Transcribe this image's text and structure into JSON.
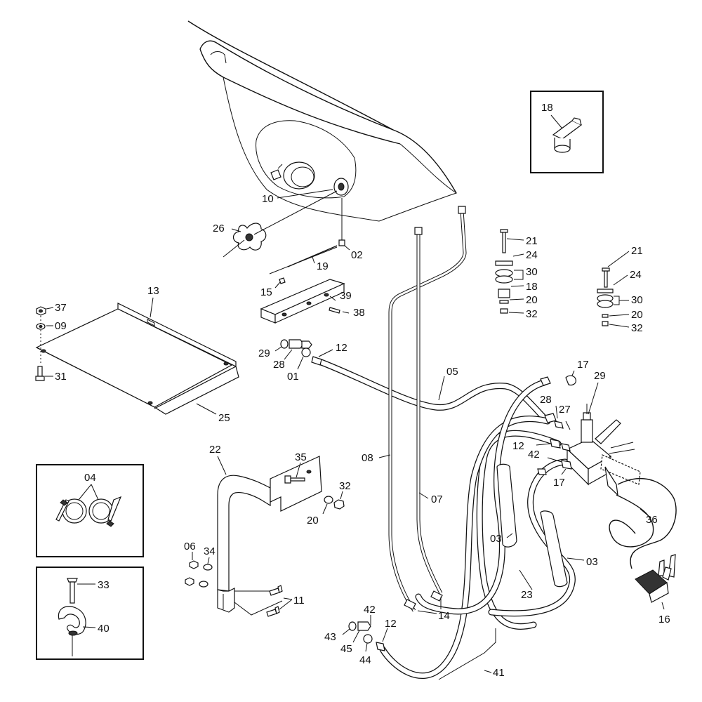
{
  "labels": {
    "l18box": "18",
    "l10": "10",
    "l26": "26",
    "l02": "02",
    "l19": "19",
    "l15": "15",
    "l39": "39",
    "l38": "38",
    "l13": "13",
    "l37": "37",
    "l09": "09",
    "l31": "31",
    "l25": "25",
    "l29a": "29",
    "l28a": "28",
    "l01": "01",
    "l12a": "12",
    "l05": "05",
    "l08": "08",
    "l07": "07",
    "l21a": "21",
    "l24a": "24",
    "l30a": "30",
    "l18b": "18",
    "l20a": "20",
    "l32a": "32",
    "l21b": "21",
    "l24b": "24",
    "l30b": "30",
    "l20b": "20",
    "l32b": "32",
    "l17a": "17",
    "l29b": "29",
    "l28b": "28",
    "l27": "27",
    "l12b": "12",
    "l42a": "42",
    "l17b": "17",
    "l36": "36",
    "l03a": "03",
    "l03b": "03",
    "l23": "23",
    "l16": "16",
    "l14": "14",
    "l41": "41",
    "l42b": "42",
    "l12c": "12",
    "l43": "43",
    "l45": "45",
    "l44": "44",
    "l22": "22",
    "l35": "35",
    "l32c": "32",
    "l20c": "20",
    "l06": "06",
    "l34": "34",
    "l11": "11",
    "l04": "04",
    "l33": "33",
    "l40": "40"
  }
}
